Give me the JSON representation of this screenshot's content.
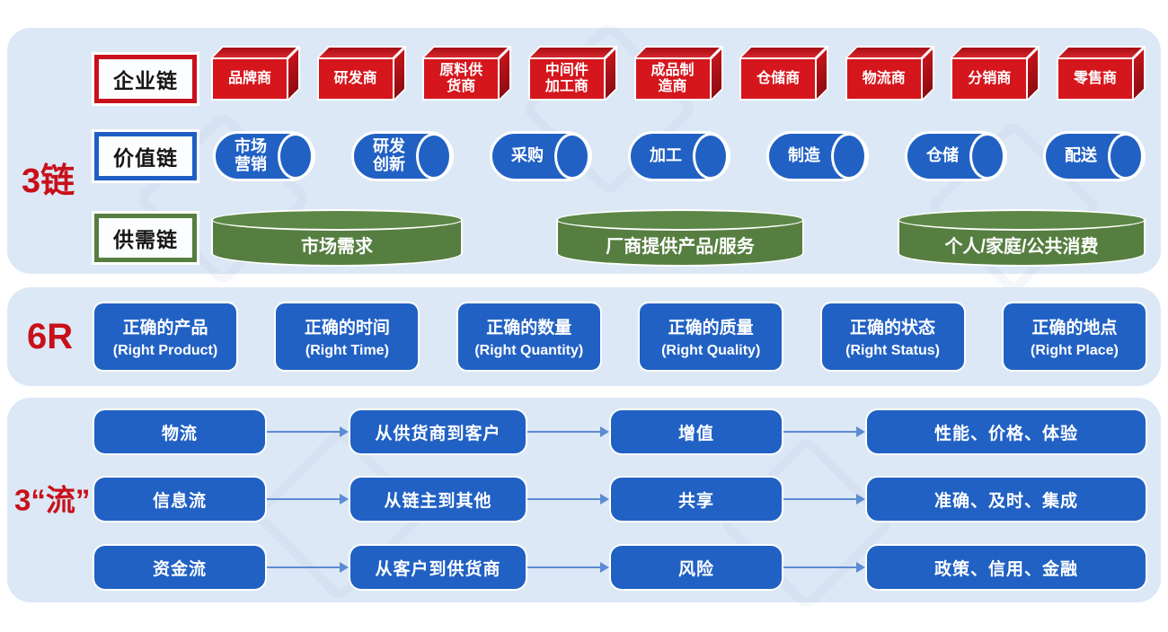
{
  "palette": {
    "page_bg": "#ffffff",
    "panel_bg": "#dce8f5",
    "section_label_red": "#c8101a",
    "red_box_front": "#d5161d",
    "blue_fill": "#2161c4",
    "green_fill": "#567e40",
    "arrow_blue": "#5d8bd3"
  },
  "chains_section": {
    "section_label": "3链",
    "enterprise": {
      "label": "企业链",
      "items": [
        [
          "品牌商"
        ],
        [
          "研发商"
        ],
        [
          "原料供",
          "货商"
        ],
        [
          "中间件",
          "加工商"
        ],
        [
          "成品制",
          "造商"
        ],
        [
          "仓储商"
        ],
        [
          "物流商"
        ],
        [
          "分销商"
        ],
        [
          "零售商"
        ]
      ]
    },
    "value": {
      "label": "价值链",
      "items": [
        [
          "市场",
          "营销"
        ],
        [
          "研发",
          "创新"
        ],
        [
          "采购"
        ],
        [
          "加工"
        ],
        [
          "制造"
        ],
        [
          "仓储"
        ],
        [
          "配送"
        ]
      ]
    },
    "supply_demand": {
      "label": "供需链",
      "items": [
        "市场需求",
        "厂商提供产品/服务",
        "个人/家庭/公共消费"
      ]
    }
  },
  "six_r_section": {
    "section_label": "6R",
    "items": [
      {
        "zh": "正确的产品",
        "en": "(Right Product)"
      },
      {
        "zh": "正确的时间",
        "en": "(Right Time)"
      },
      {
        "zh": "正确的数量",
        "en": "(Right Quantity)"
      },
      {
        "zh": "正确的质量",
        "en": "(Right Quality)"
      },
      {
        "zh": "正确的状态",
        "en": "(Right Status)"
      },
      {
        "zh": "正确的地点",
        "en": "(Right Place)"
      }
    ]
  },
  "flows_section": {
    "section_label": "3“流”",
    "rows": [
      {
        "name": "物流",
        "path": "从供货商到客户",
        "feature": "增值",
        "value": "性能、价格、体验"
      },
      {
        "name": "信息流",
        "path": "从链主到其他",
        "feature": "共享",
        "value": "准确、及时、集成"
      },
      {
        "name": "资金流",
        "path": "从客户到供货商",
        "feature": "风险",
        "value": "政策、信用、金融"
      }
    ]
  }
}
